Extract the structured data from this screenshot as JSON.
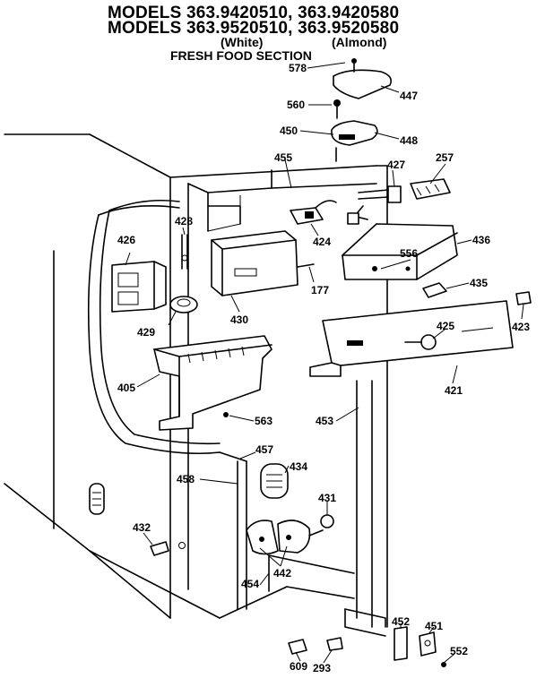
{
  "header": {
    "line1": "MODELS 363.9420510, 363.9420580",
    "line2": "MODELS 363.9520510, 363.9520580",
    "color_white": "(White)",
    "color_almond": "(Almond)",
    "section": "FRESH FOOD SECTION"
  },
  "parts": [
    {
      "id": "p578",
      "label": "578"
    },
    {
      "id": "p447",
      "label": "447"
    },
    {
      "id": "p560",
      "label": "560"
    },
    {
      "id": "p450",
      "label": "450"
    },
    {
      "id": "p448",
      "label": "448"
    },
    {
      "id": "p455",
      "label": "455"
    },
    {
      "id": "p427",
      "label": "427"
    },
    {
      "id": "p257",
      "label": "257"
    },
    {
      "id": "p428",
      "label": "428"
    },
    {
      "id": "p426",
      "label": "426"
    },
    {
      "id": "p424",
      "label": "424"
    },
    {
      "id": "p436",
      "label": "436"
    },
    {
      "id": "p556",
      "label": "556"
    },
    {
      "id": "p177",
      "label": "177"
    },
    {
      "id": "p435",
      "label": "435"
    },
    {
      "id": "p430",
      "label": "430"
    },
    {
      "id": "p429",
      "label": "429"
    },
    {
      "id": "p425",
      "label": "425"
    },
    {
      "id": "p423",
      "label": "423"
    },
    {
      "id": "p405",
      "label": "405"
    },
    {
      "id": "p421",
      "label": "421"
    },
    {
      "id": "p563",
      "label": "563"
    },
    {
      "id": "p453",
      "label": "453"
    },
    {
      "id": "p457",
      "label": "457"
    },
    {
      "id": "p434",
      "label": "434"
    },
    {
      "id": "p458",
      "label": "458"
    },
    {
      "id": "p431",
      "label": "431"
    },
    {
      "id": "p432",
      "label": "432"
    },
    {
      "id": "p442",
      "label": "442"
    },
    {
      "id": "p454",
      "label": "454"
    },
    {
      "id": "p452",
      "label": "452"
    },
    {
      "id": "p451",
      "label": "451"
    },
    {
      "id": "p552",
      "label": "552"
    },
    {
      "id": "p609",
      "label": "609"
    },
    {
      "id": "p293",
      "label": "293"
    }
  ]
}
